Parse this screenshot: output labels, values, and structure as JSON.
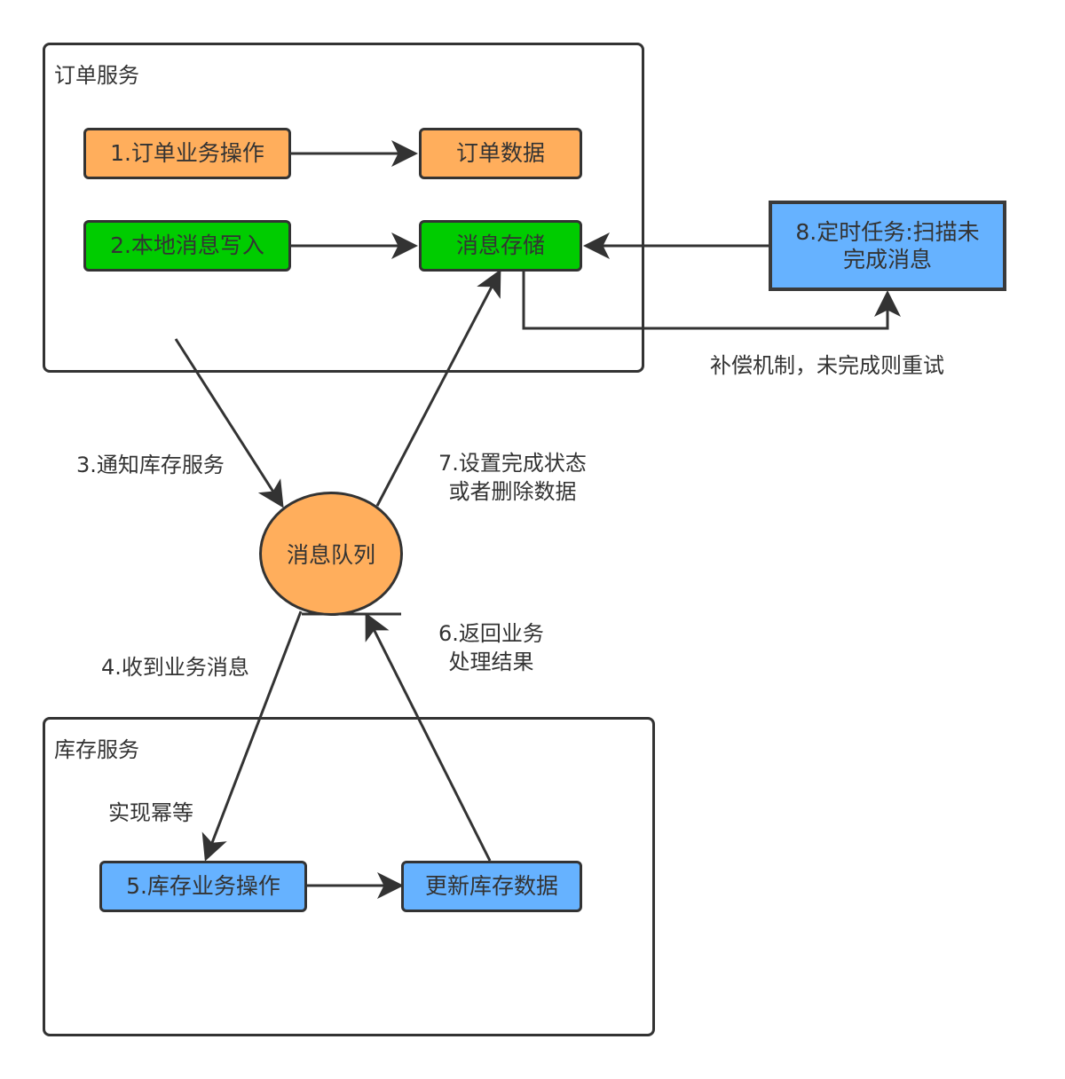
{
  "containers": {
    "order_service": {
      "title": "订单服务"
    },
    "inventory_service": {
      "title": "库存服务"
    }
  },
  "nodes": {
    "order_op": {
      "label": "1.订单业务操作",
      "color": "#ffae5c"
    },
    "order_data": {
      "label": "订单数据",
      "color": "#ffae5c"
    },
    "local_msg_write": {
      "label": "2.本地消息写入",
      "color": "#00cc00"
    },
    "msg_store": {
      "label": "消息存储",
      "color": "#00cc00"
    },
    "timer_task": {
      "line1": "8.定时任务:扫描未",
      "line2": "完成消息",
      "color": "#66b2ff"
    },
    "mq": {
      "label": "消息队列",
      "color": "#ffae5c"
    },
    "inventory_op": {
      "label": "5.库存业务操作",
      "color": "#66b2ff"
    },
    "update_inventory": {
      "label": "更新库存数据",
      "color": "#66b2ff"
    }
  },
  "edge_labels": {
    "compensation": "补偿机制，未完成则重试",
    "notify_inventory": "3.通知库存服务",
    "set_status": {
      "line1": "7.设置完成状态",
      "line2": "或者删除数据"
    },
    "receive_msg": "4.收到业务消息",
    "return_result": {
      "line1": "6.返回业务",
      "line2": "处理结果"
    },
    "idempotent": "实现幂等"
  }
}
